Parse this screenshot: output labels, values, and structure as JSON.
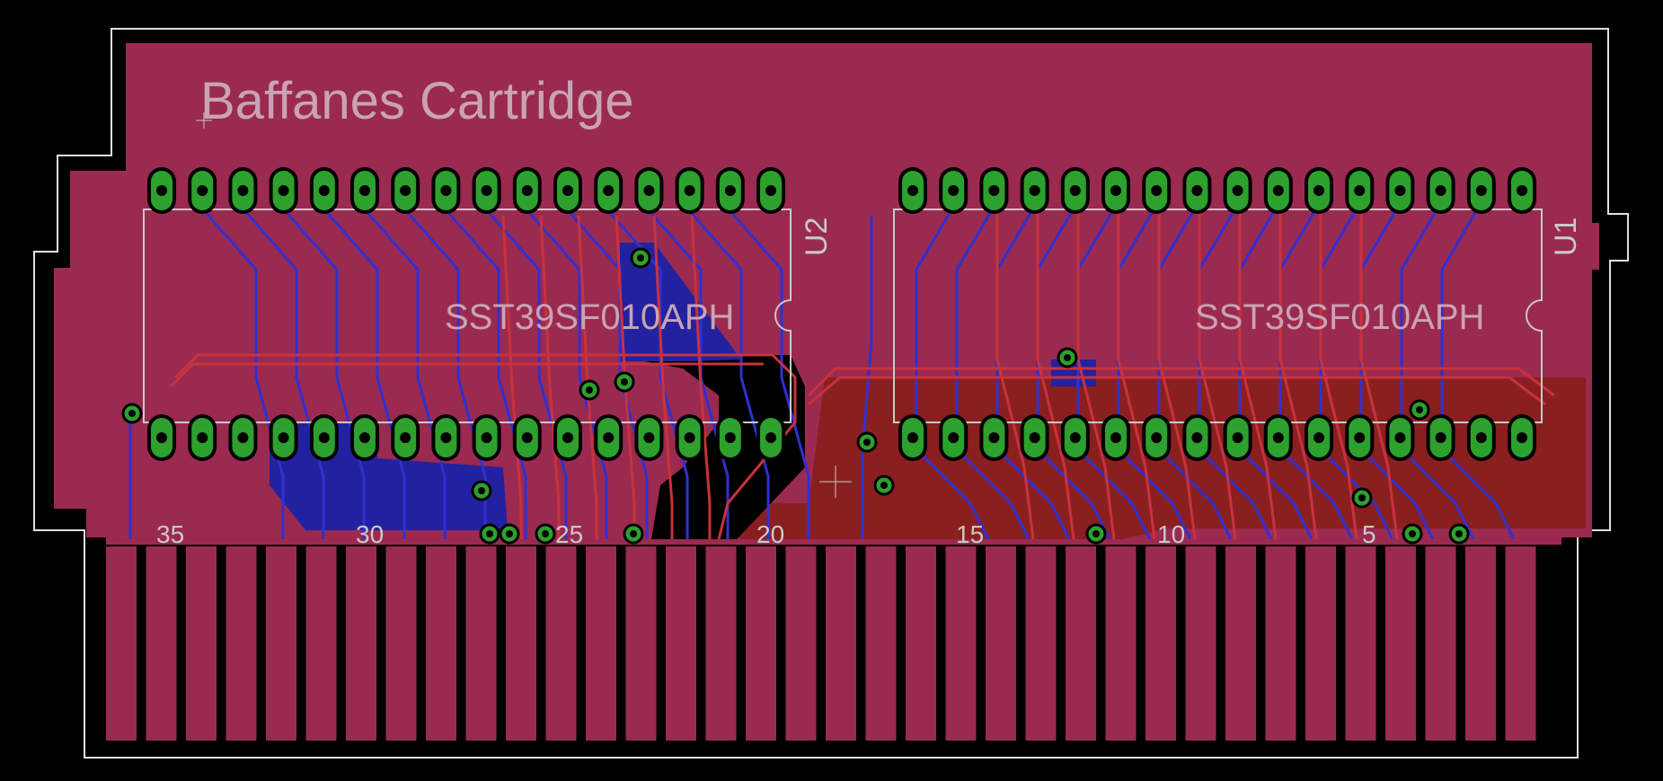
{
  "board": {
    "title": "Baffanes Cartridge",
    "components": [
      {
        "ref": "U2",
        "value": "SST39SF010APH"
      },
      {
        "ref": "U1",
        "value": "SST39SF010APH"
      }
    ],
    "edge_labels": [
      "35",
      "30",
      "25",
      "20",
      "15",
      "10",
      "5"
    ],
    "colors": {
      "background": "#000000",
      "copper_top": "#9B2A50",
      "copper_top_pour_dark": "#8A1F1F",
      "copper_bottom": "#22229A",
      "trace_top": "#C8323C",
      "trace_bottom": "#3030D0",
      "pad": "#2DA02D",
      "silkscreen": "#C9C9C9",
      "outline": "#E0E0E0"
    }
  }
}
